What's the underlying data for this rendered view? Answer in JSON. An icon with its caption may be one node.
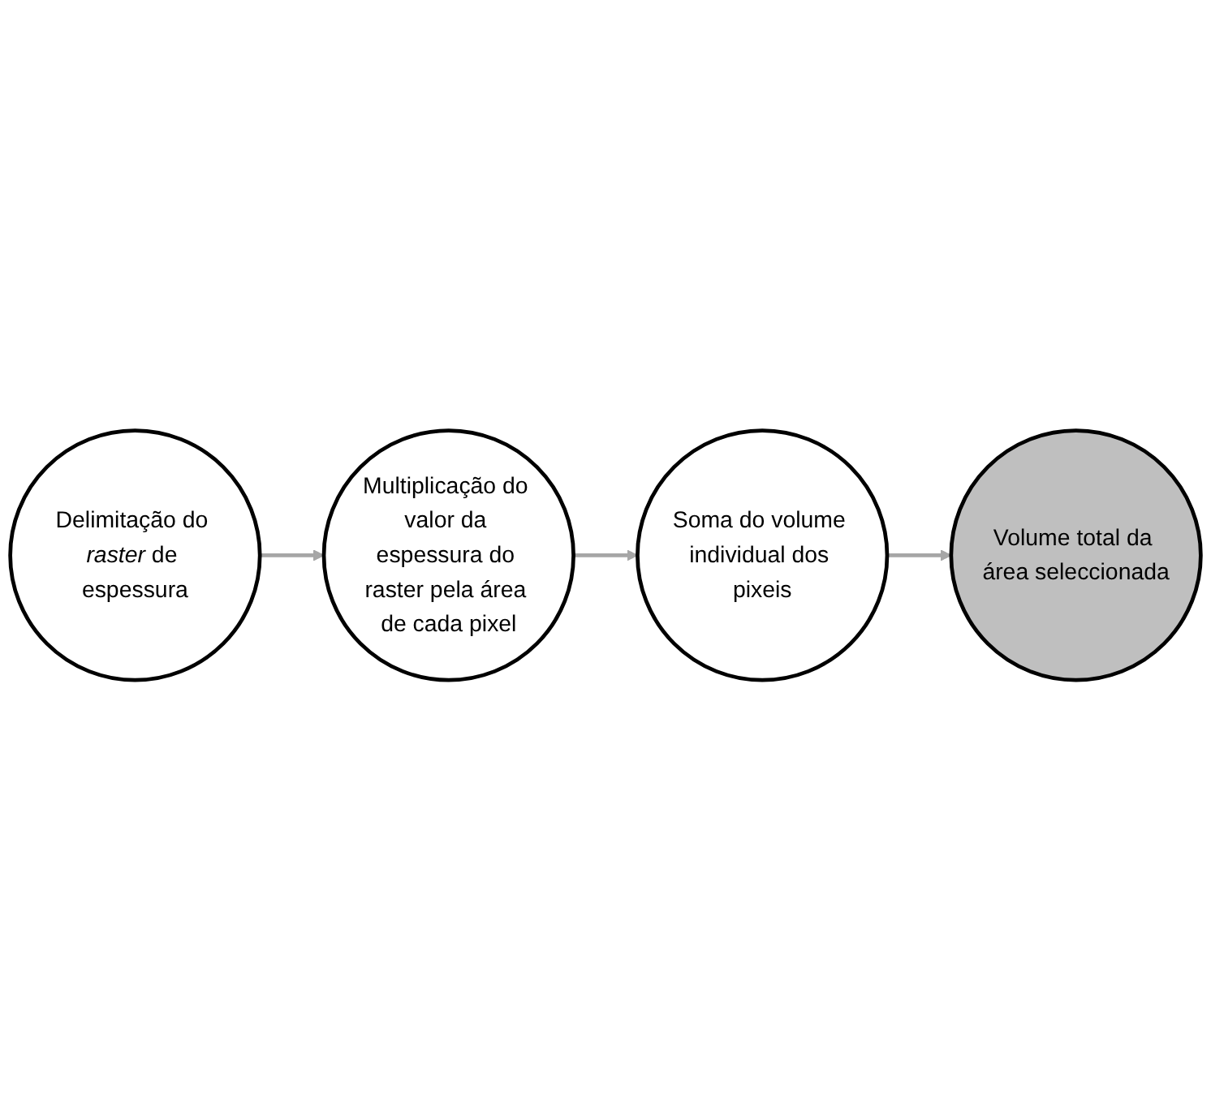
{
  "diagram": {
    "nodes": [
      {
        "text": [
          "Delimitação do *raster* de espessura"
        ]
      },
      {
        "text": [
          "Volume total da área seleccionada"
        ]
      },
      {
        "text": [
          "Multiplicação do valor da espessura do raster pela área de cada pixel"
        ]
      },
      {
        "text": [
          "Soma do volume individual dos pixeis"
        ]
      }
    ],
    "edges": [
      {
        "from": 0,
        "to": 2,
        "arrow": "to"
      },
      {
        "from": 2,
        "to": 3,
        "arrow": "to"
      },
      {
        "from": 3,
        "to": 1,
        "arrow": "to"
      }
    ]
  }
}
